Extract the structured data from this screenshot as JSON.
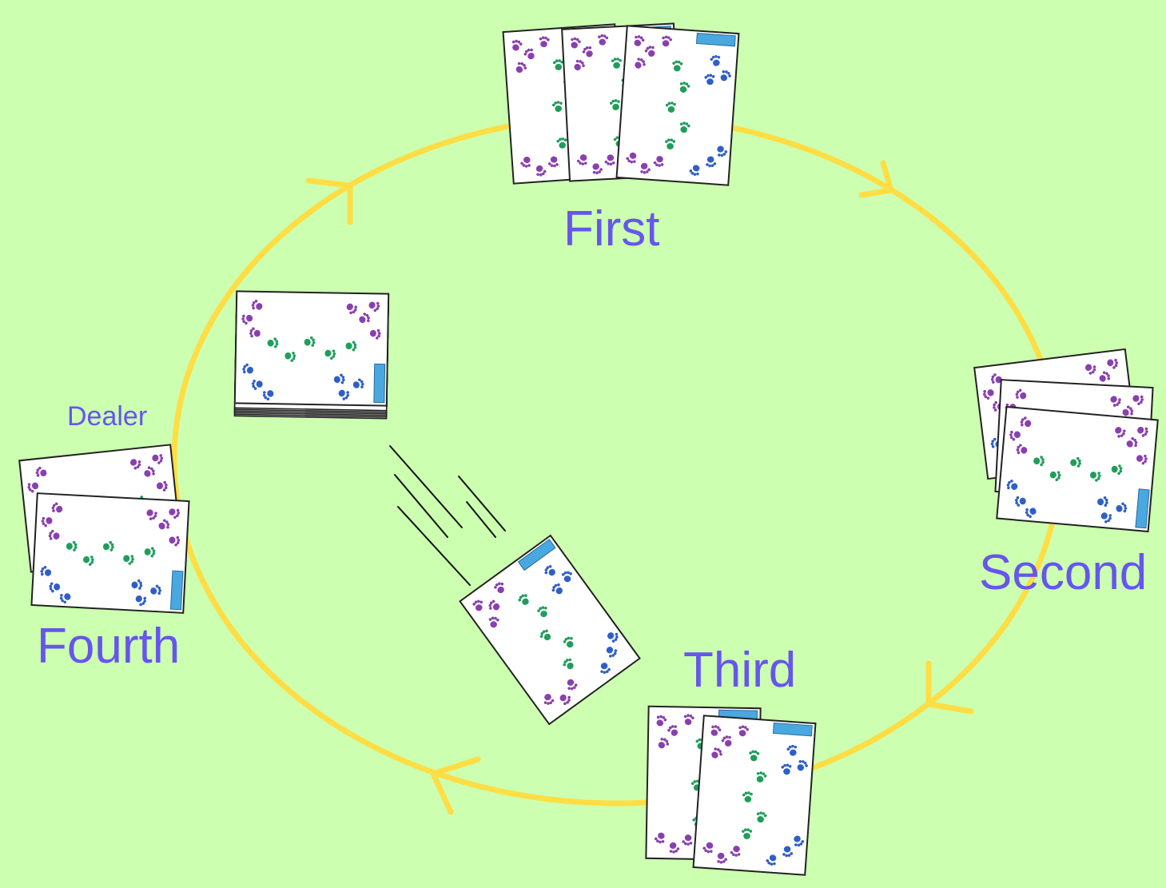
{
  "colors": {
    "background": "#ccffb0",
    "label": "#6655ee",
    "ring": "#ffdd44",
    "card_face": "#ffffff",
    "card_edge": "#222222",
    "paw_purple": "#8a3fb0",
    "paw_green": "#1e9e5a",
    "paw_blue": "#2f5ec8",
    "card_logo": "#4aa8e0",
    "motion_lines": "#111111"
  },
  "labels": {
    "first": "First",
    "second": "Second",
    "third": "Third",
    "fourth": "Fourth",
    "dealer": "Dealer"
  },
  "piles": [
    {
      "player": "first",
      "cards": 3
    },
    {
      "player": "second",
      "cards": 3
    },
    {
      "player": "third",
      "cards": 2
    },
    {
      "player": "fourth",
      "cards": 2
    }
  ],
  "deck": {
    "role": "dealer-stack"
  },
  "dealt_card": {
    "motion": "toward-third"
  },
  "direction": "clockwise",
  "card_motif": "paw-prints"
}
